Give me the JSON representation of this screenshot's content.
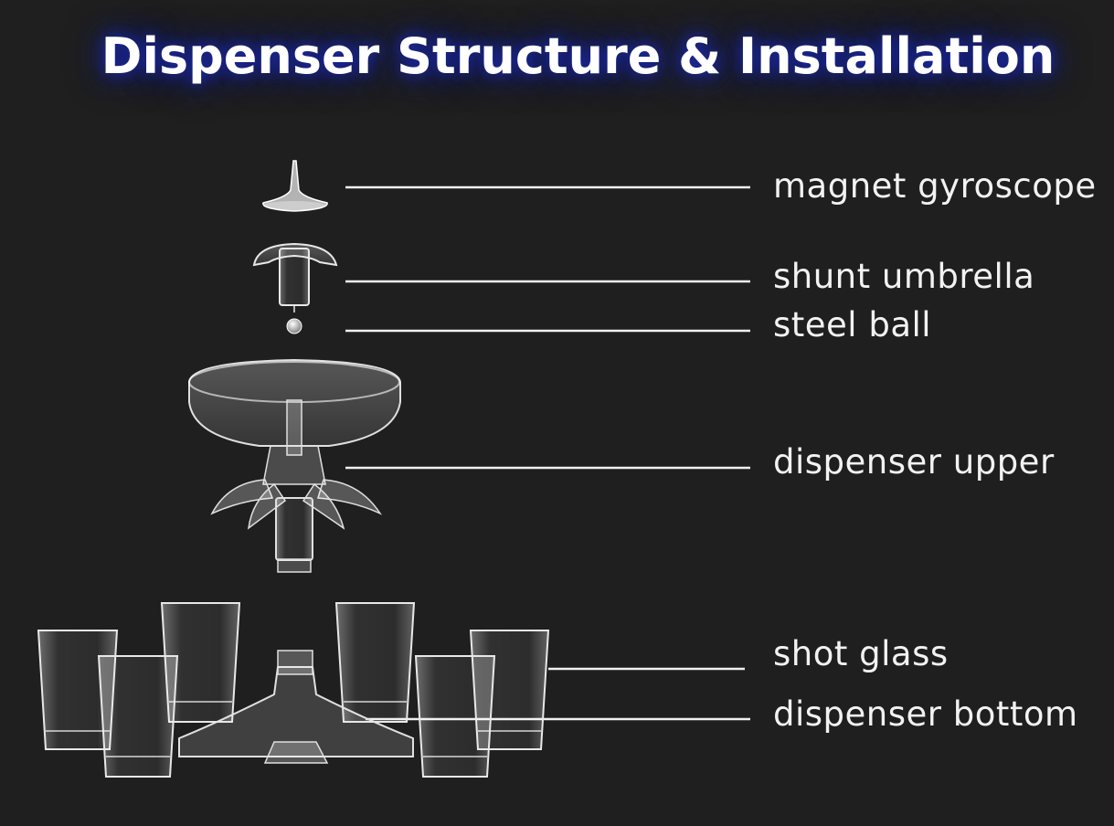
{
  "title": "Dispenser Structure & Installation",
  "labels": {
    "magnet_gyroscope": "magnet gyroscope",
    "shunt_umbrella": "shunt umbrella",
    "steel_ball": "steel ball",
    "dispenser_upper": "dispenser upper",
    "shot_glass": "shot glass",
    "dispenser_bottom": "dispenser bottom"
  },
  "colors": {
    "background": "#1f1f1f",
    "text": "#f2f2f2",
    "title_glow": "#1c2aa8",
    "glass_stroke": "#e8e8e8"
  }
}
